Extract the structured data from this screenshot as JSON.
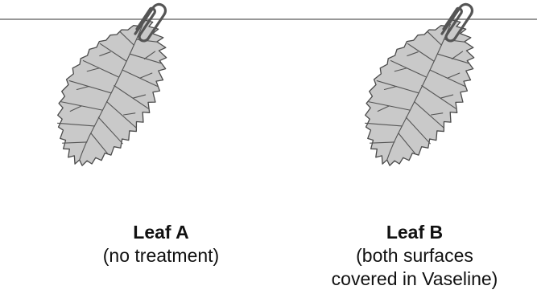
{
  "leaves": [
    {
      "id": "a",
      "title": "Leaf A",
      "note_lines": [
        "(no treatment)"
      ]
    },
    {
      "id": "b",
      "title": "Leaf B",
      "note_lines": [
        "(both surfaces",
        "covered in Vaseline)"
      ]
    }
  ],
  "colors": {
    "leaf_fill": "#c9c9c9",
    "leaf_outline": "#4a4a4a",
    "vein": "#555555",
    "string": "#777777",
    "paperclip": "#555555",
    "text": "#111111"
  },
  "icons": {
    "clip": "paperclip-icon",
    "leaf": "leaf-icon"
  }
}
